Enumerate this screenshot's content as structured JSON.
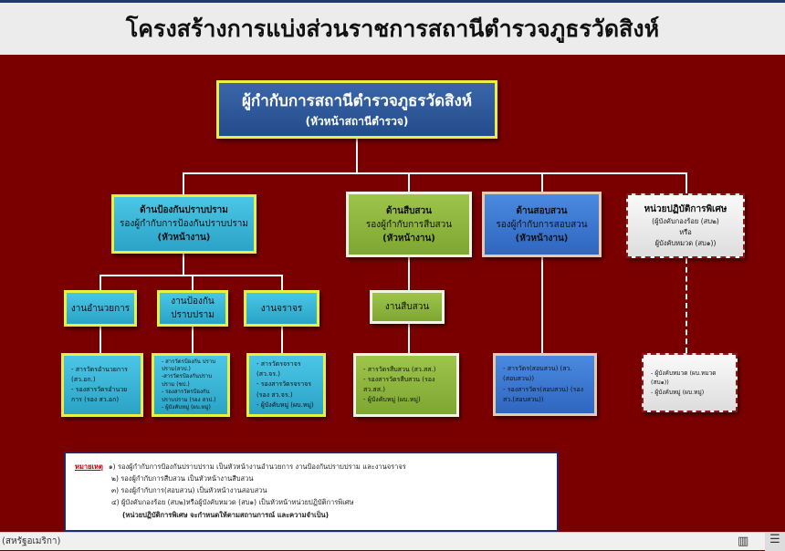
{
  "title": "โครงสร้างการแบ่งส่วนราชการสถานีตำรวจภูธรวัดสิงห์",
  "top": {
    "line1": "ผู้กำกับการสถานีตำรวจภูธรวัดสิงห์",
    "line2": "(หัวหน้าสถานีตำรวจ)"
  },
  "depts": [
    {
      "l1": "ด้านป้องกันปราบปราม",
      "l2": "รองผู้กำกับการป้องกันปราบปราม",
      "l3": "(หัวหน้างาน)"
    },
    {
      "l1": "ด้านสืบสวน",
      "l2": "รองผู้กำกับการสืบสวน",
      "l3": "(หัวหน้างาน)"
    },
    {
      "l1": "ด้านสอบสวน",
      "l2": "รองผู้กำกับการสอบสวน",
      "l3": "(หัวหน้างาน)"
    },
    {
      "l1": "หน่วยปฏิบัติการพิเศษ",
      "l2": "(ผู้บังคับกองร้อย (สบ๒)",
      "l3": "หรือ",
      "l4": "ผู้บังคับหมวด (สบ๑))"
    }
  ],
  "units": [
    "งานอำนวยการ",
    "งานป้องกันปราบปราม",
    "งานจราจร",
    "งานสืบสวน"
  ],
  "details": [
    [
      "- สารวัตรอำนวยการ (สว.อก.)",
      "- รองสารวัตรอำนวยการ (รอง สว.อก)"
    ],
    [
      "- สารวัตรป้องกัน ปราบปราม(สวป.)",
      "-สารวัตรป้องกันปราบปราม (ชป.)",
      "- รองสารวัตรป้องกัน ปราบปราม (รอง สวป.)",
      "- ผู้บังคับหมู่ (ผบ.หมู่)"
    ],
    [
      "- สารวัตรจราจร (สว.จร.)",
      "- รองสารวัตรจราจร (รอง สว.จร.)",
      "- ผู้บังคับหมู่ (ผบ.หมู่)"
    ],
    [
      "- สารวัตรสืบสวน (สว.สส.)",
      "- รองสารวัตรสืบสวน (รอง สว.สส.)",
      "- ผู้บังคับหมู่ (ผบ.หมู่)"
    ],
    [
      "- สารวัตร(สอบสวน) (สว.(สอบสวน))",
      "- รองสารวัตร(สอบสวน) (รอง สว.(สอบสวน))"
    ],
    [
      "- ผู้บังคับหมวด (ผบ.หมวด (สบ๑))",
      "- ผู้บังคับหมู่ (ผบ.หมู่)"
    ]
  ],
  "notes": {
    "label": "หมายเหตุ",
    "items": [
      "๑) รองผู้กำกับการป้องกันปราบปราม เป็นหัวหน้างานอำนวยการ งานป้องกันปราบปราม และงานจราจร",
      "๒) รองผู้กำกับการสืบสวน เป็นหัวหน้างานสืบสวน",
      "๓) รองผู้กำกับการ(สอบสวน) เป็นหัวหน้างานสอบสวน",
      "๔) ผู้บังคับกองร้อย (สบ๒)หรือผู้บังคับหมวด (สบ๑) เป็นหัวหน้าหน่วยปฏิบัติการพิเศษ",
      "(หน่วยปฏิบัติการพิเศษ จะกำหนดให้ตามสถานการณ์ และความจำเป็น)"
    ]
  },
  "status": "(สหรัฐอเมริกา)"
}
